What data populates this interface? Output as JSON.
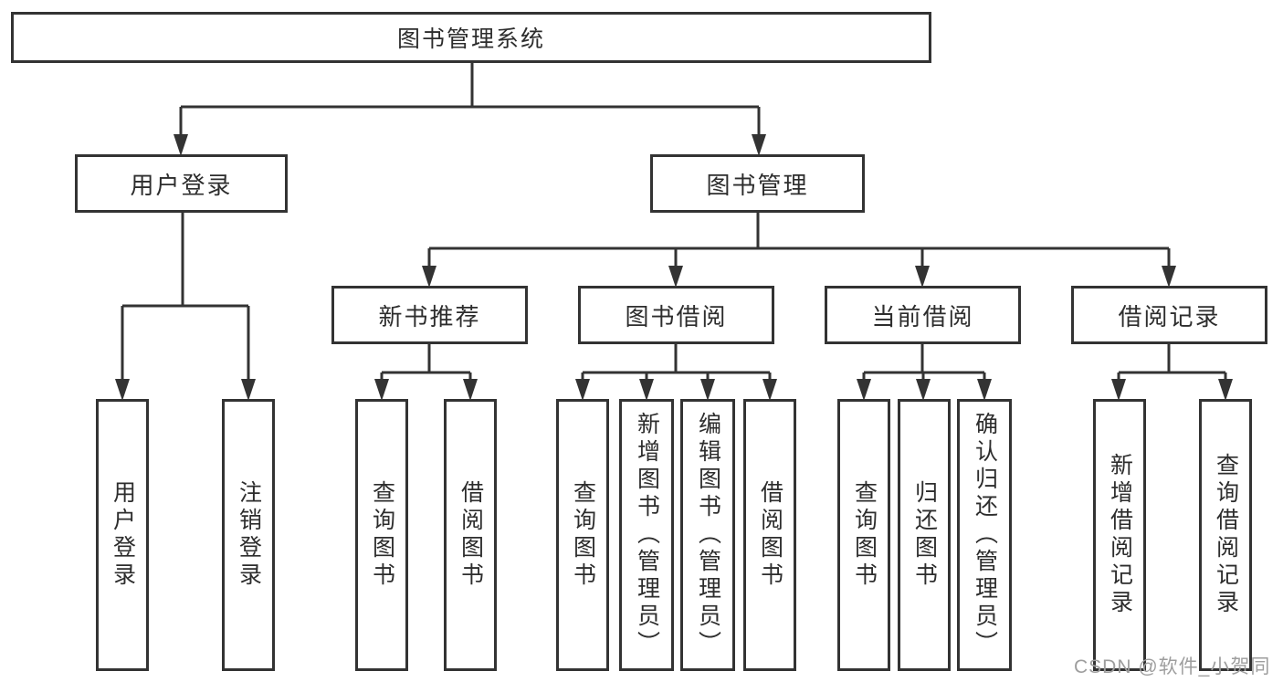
{
  "diagram": {
    "type": "hierarchy-tree",
    "tree": {
      "label": "图书管理系统",
      "children": [
        {
          "label": "用户登录",
          "children": [
            {
              "label": "用户登录"
            },
            {
              "label": "注销登录"
            }
          ]
        },
        {
          "label": "图书管理",
          "children": [
            {
              "label": "新书推荐",
              "children": [
                {
                  "label": "查询图书"
                },
                {
                  "label": "借阅图书"
                }
              ]
            },
            {
              "label": "图书借阅",
              "children": [
                {
                  "label": "查询图书"
                },
                {
                  "label": "新增图书（管理员）"
                },
                {
                  "label": "编辑图书（管理员）"
                },
                {
                  "label": "借阅图书"
                }
              ]
            },
            {
              "label": "当前借阅",
              "children": [
                {
                  "label": "查询图书"
                },
                {
                  "label": "归还图书"
                },
                {
                  "label": "确认归还（管理员）"
                }
              ]
            },
            {
              "label": "借阅记录",
              "children": [
                {
                  "label": "新增借阅记录"
                },
                {
                  "label": "查询借阅记录"
                }
              ]
            }
          ]
        }
      ]
    }
  },
  "watermark": "CSDN @软件_小贺同学",
  "colors": {
    "line": "#333333",
    "text": "#2d2d2d",
    "watermark": "#9e9e9e",
    "background": "#ffffff"
  }
}
